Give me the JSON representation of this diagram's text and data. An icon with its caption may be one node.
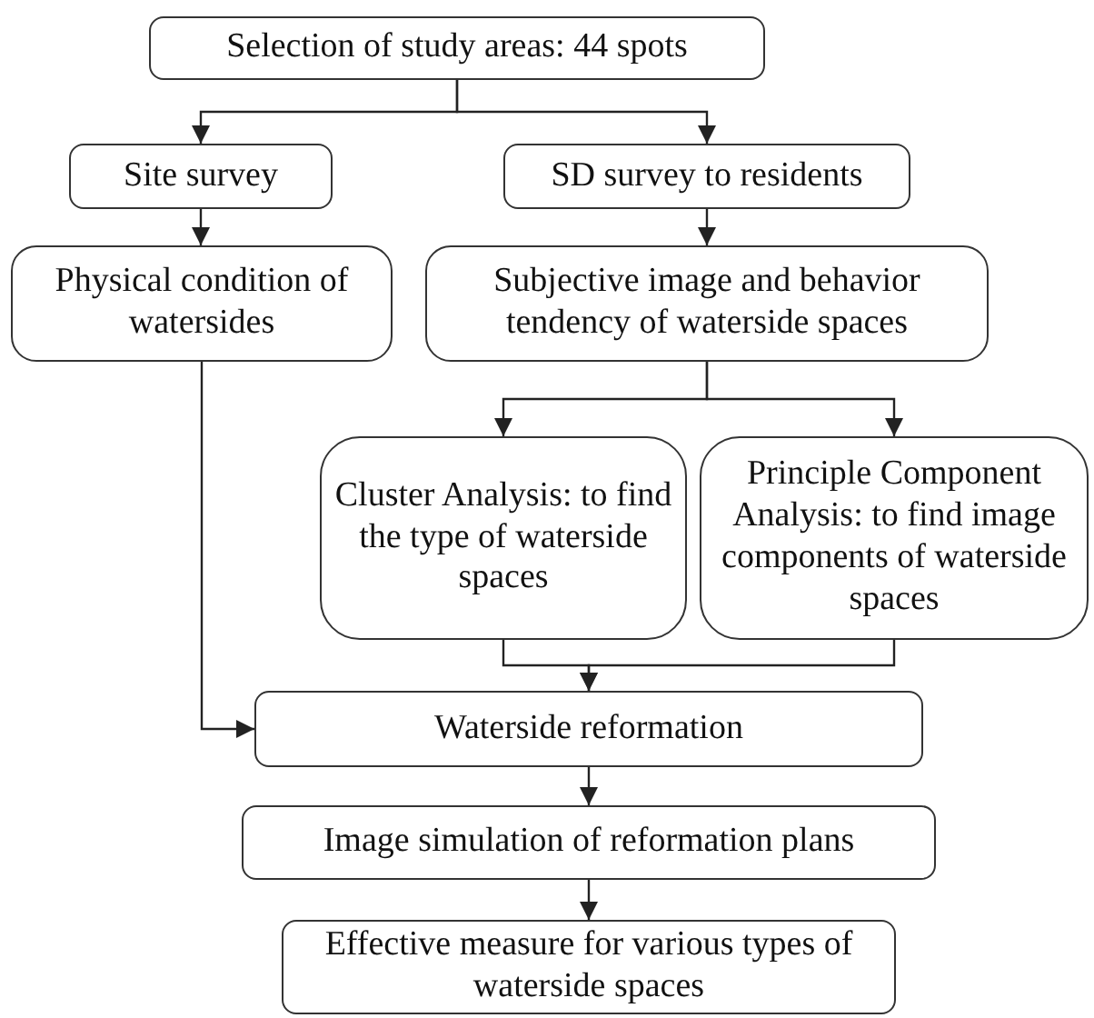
{
  "diagram": {
    "nodes": [
      {
        "text": [
          "Selection of study areas: 44 spots"
        ]
      },
      {
        "text": [
          "Site survey"
        ]
      },
      {
        "text": [
          "SD survey to residents"
        ]
      },
      {
        "text": [
          "Physical condition of watersides"
        ]
      },
      {
        "text": [
          "Subjective image and behavior tendency of waterside spaces"
        ]
      },
      {
        "text": [
          "Cluster Analysis: to find the type of waterside spaces"
        ]
      },
      {
        "text": [
          "Principle Component Analysis: to find image components of waterside spaces"
        ]
      },
      {
        "text": [
          "Waterside reformation"
        ]
      },
      {
        "text": [
          "Image simulation of reformation plans"
        ]
      },
      {
        "text": [
          "Effective measure for various types of waterside spaces"
        ]
      }
    ],
    "edges": [
      {
        "from": 0,
        "to": 1,
        "arrow": "to"
      },
      {
        "from": 0,
        "to": 2,
        "arrow": "to"
      },
      {
        "from": 1,
        "to": 3,
        "arrow": "to"
      },
      {
        "from": 2,
        "to": 4,
        "arrow": "to"
      },
      {
        "from": 4,
        "to": 5,
        "arrow": "to"
      },
      {
        "from": 4,
        "to": 6,
        "arrow": "to"
      },
      {
        "from": 5,
        "to": 7,
        "arrow": "to"
      },
      {
        "from": 6,
        "to": 7,
        "arrow": "to"
      },
      {
        "from": 3,
        "to": 7,
        "arrow": "to"
      },
      {
        "from": 7,
        "to": 8,
        "arrow": "to"
      },
      {
        "from": 8,
        "to": 9,
        "arrow": "to"
      }
    ]
  }
}
